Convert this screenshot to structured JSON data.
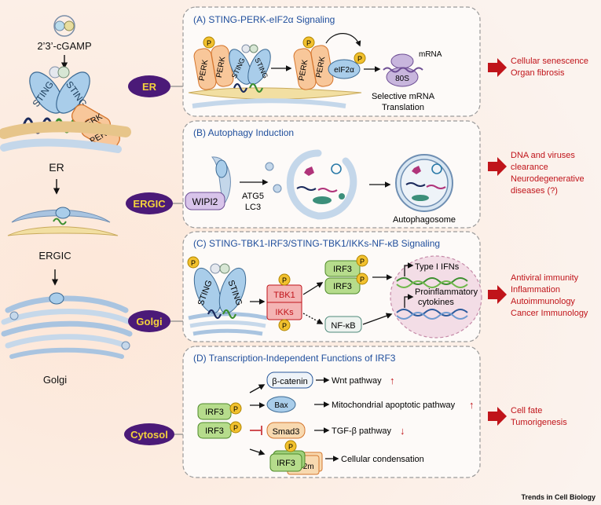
{
  "left_column": {
    "cgamp": "2’3’-cGAMP",
    "sting": "STING",
    "perk": "PERK",
    "er": "ER",
    "ergic": "ERGIC",
    "golgi": "Golgi"
  },
  "compartments": {
    "er": "ER",
    "ergic": "ERGIC",
    "golgi": "Golgi",
    "cytosol": "Cytosol"
  },
  "panel_a": {
    "title": "(A) STING-PERK-eIF2α Signaling",
    "perk": "PERK",
    "sting": "STING",
    "eif2a": "eIF2α",
    "ribosome": "80S",
    "mrna": "mRNA",
    "caption_line1": "Selective mRNA",
    "caption_line2": "Translation",
    "phospho": "P"
  },
  "panel_b": {
    "title": "(B) Autophagy Induction",
    "wipi2": "WIPI2",
    "atg5": "ATG5",
    "lc3": "LC3",
    "autophagosome": "Autophagosome"
  },
  "panel_c": {
    "title": "(C) STING-TBK1-IRF3/STING-TBK1/IKKs-NF-κB Signaling",
    "sting": "STING",
    "tbk1": "TBK1",
    "ikks": "IKKs",
    "irf3": "IRF3",
    "nfkb": "NF-κB",
    "ifn": "Type I IFNs",
    "cytokines_line1": "Proinflammatory",
    "cytokines_line2": "cytokines",
    "phospho": "P"
  },
  "panel_d": {
    "title": "(D) Transcription-Independent Functions of IRF3",
    "irf3": "IRF3",
    "catenin": "β-catenin",
    "bax": "Bax",
    "smad3": "Smad3",
    "nf2m": "NF2m",
    "wnt": "Wnt pathway",
    "mito": "Mitochondrial apoptotic pathway",
    "tgf": "TGF-β pathway",
    "condensation": "Cellular condensation",
    "phospho": "P"
  },
  "outcomes": {
    "a": [
      "Cellular senescence",
      "Organ fibrosis"
    ],
    "b": [
      "DNA and viruses",
      "clearance",
      "Neurodegenerative",
      "diseases (?)"
    ],
    "c": [
      "Antiviral immunity",
      "Inflammation",
      "Autoimmunology",
      "Cancer Immunology"
    ],
    "d": [
      "Cell fate",
      "Tumorigenesis"
    ]
  },
  "footer": "Trends in Cell Biology",
  "colors": {
    "panel_title": "#1f4e9c",
    "outcome_red": "#c0141a",
    "compartment_purple": "#4b1a78",
    "compartment_yellow": "#f4d23c",
    "phospho_yellow": "#f2c12e",
    "perk_orange": "#f2a25c",
    "sting_blue": "#a9cdea",
    "irf3_green": "#b6dc8c",
    "tbk1_red": "#f4b4b4"
  }
}
